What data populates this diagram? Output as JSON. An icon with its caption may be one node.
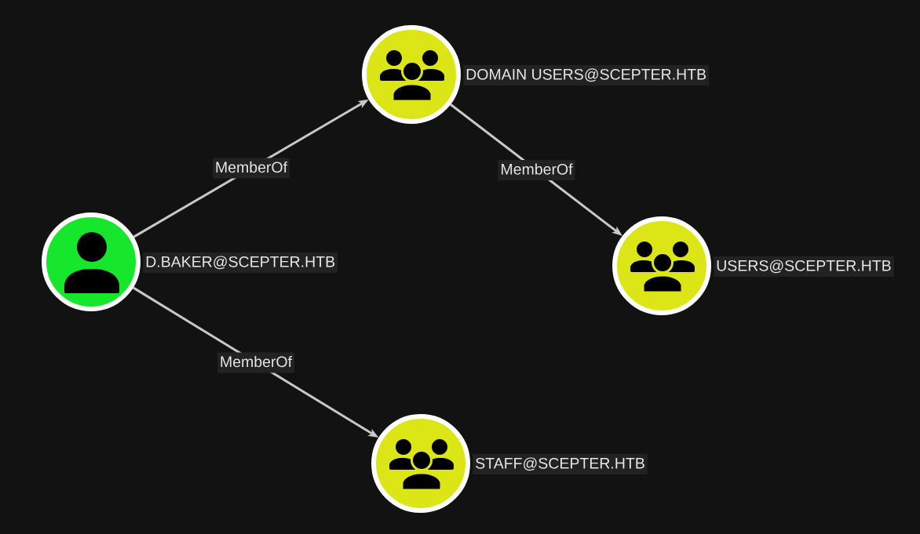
{
  "diagram": {
    "nodes": [
      {
        "text": [
          "D.BAKER@SCEPTER.HTB"
        ]
      },
      {
        "text": [
          "DOMAIN USERS@SCEPTER.HTB"
        ]
      },
      {
        "text": [
          "USERS@SCEPTER.HTB"
        ]
      },
      {
        "text": [
          "STAFF@SCEPTER.HTB"
        ]
      }
    ],
    "edges": [
      {
        "from": 0,
        "to": 1,
        "arrow": "to",
        "label": "MemberOf"
      },
      {
        "from": 1,
        "to": 2,
        "arrow": "to",
        "label": "MemberOf"
      },
      {
        "from": 0,
        "to": 3,
        "arrow": "to",
        "label": "MemberOf"
      }
    ]
  }
}
